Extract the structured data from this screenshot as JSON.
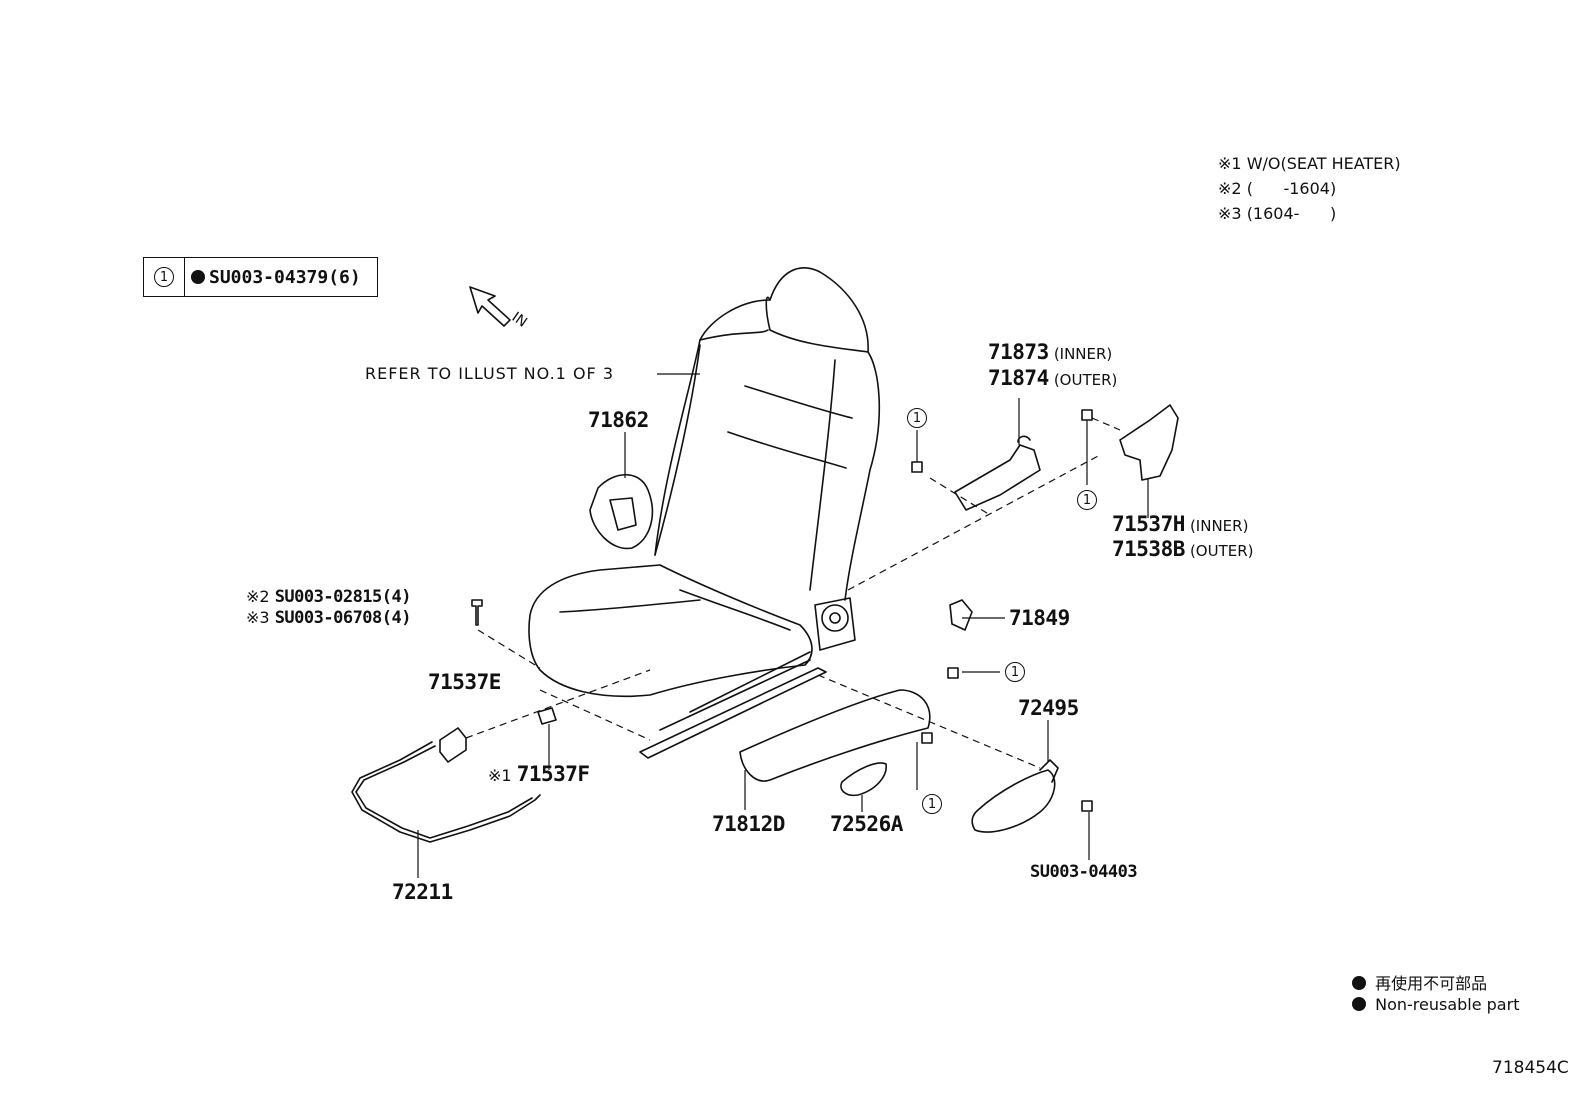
{
  "notes": [
    {
      "mark": "※1",
      "text": "W/O(SEAT HEATER)"
    },
    {
      "mark": "※2",
      "text": "(      -1604)"
    },
    {
      "mark": "※3",
      "text": "(1604-      )"
    }
  ],
  "fastener_ref": {
    "index": "1",
    "part": "SU003-04379(6)"
  },
  "direction_label": "IN",
  "refer_text": "REFER TO ILLUST NO.1 OF 3",
  "parts": {
    "p71862": "71862",
    "p71873": "71873",
    "p71873_note": "(INNER)",
    "p71874": "71874",
    "p71874_note": "(OUTER)",
    "p71537H": "71537H",
    "p71537H_note": "(INNER)",
    "p71538B": "71538B",
    "p71538B_note": "(OUTER)",
    "p71849": "71849",
    "p72495": "72495",
    "p71537E": "71537E",
    "p71537F_mark": "※1",
    "p71537F": "71537F",
    "p71812D": "71812D",
    "p72526A": "72526A",
    "p72211": "72211",
    "su_04403": "SU003-04403",
    "su_02815_mark": "※2",
    "su_02815": "SU003-02815(4)",
    "su_06708_mark": "※3",
    "su_06708": "SU003-06708(4)"
  },
  "callout_index": "1",
  "legend": {
    "jp": "再使用不可部品",
    "en": "Non-reusable part"
  },
  "illustration_id": "718454C"
}
